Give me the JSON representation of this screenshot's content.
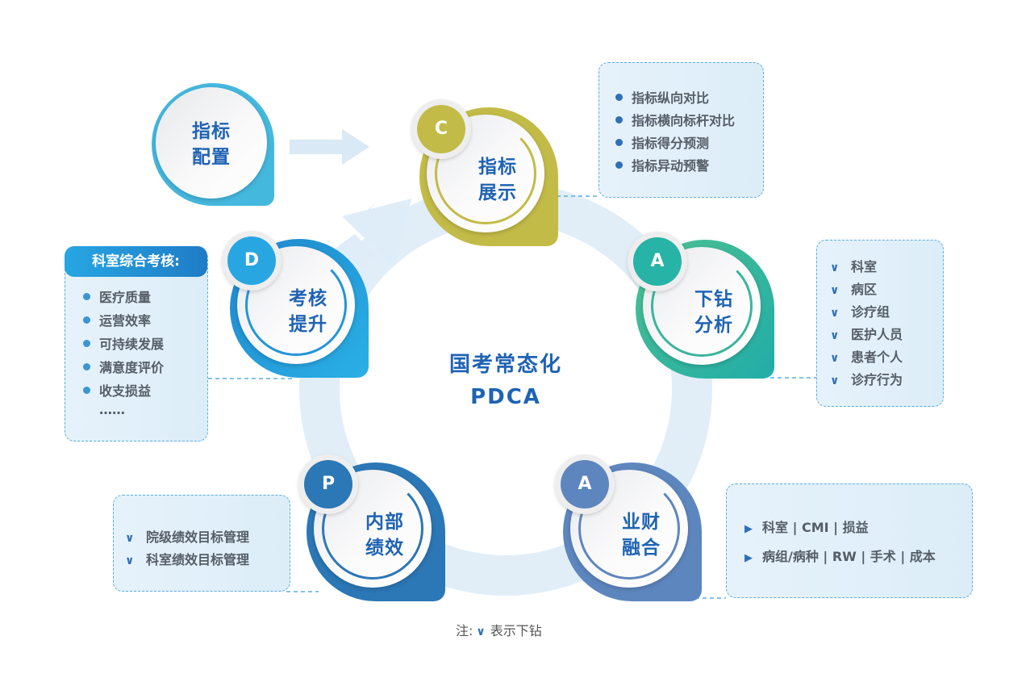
{
  "center": {
    "line1": "国考常态化",
    "line2": "PDCA"
  },
  "config_node": {
    "line1": "指标",
    "line2": "配置",
    "color": "#45b8de"
  },
  "nodes": {
    "c": {
      "badge": "C",
      "line1": "指标",
      "line2": "展示",
      "color": "#c3bb48",
      "badge_color": "#c3bb48"
    },
    "a1": {
      "badge": "A",
      "line1": "下钻",
      "line2": "分析",
      "color": "#2bb0a2",
      "badge_color": "#27b3a6"
    },
    "a2": {
      "badge": "A",
      "line1": "业财",
      "line2": "融合",
      "color": "#5e86be",
      "badge_color": "#5e86be"
    },
    "p": {
      "badge": "P",
      "line1": "内部",
      "line2": "绩效",
      "color": "#2c77b5",
      "badge_color": "#2c77b5"
    },
    "d": {
      "badge": "D",
      "line1": "考核",
      "line2": "提升",
      "color": "#26a4e0",
      "badge_color": "#28a6e2"
    }
  },
  "display_box": {
    "items": [
      "指标纵向对比",
      "指标横向标杆对比",
      "指标得分预测",
      "指标异动预警"
    ]
  },
  "drill_box": {
    "items": [
      "科室",
      "病区",
      "诊疗组",
      "医护人员",
      "患者个人",
      "诊疗行为"
    ]
  },
  "finance_box": {
    "items": [
      "科室 | CMI | 损益",
      "病组/病种 | RW | 手术 | 成本"
    ]
  },
  "perf_box": {
    "items": [
      "院级绩效目标管理",
      "科室绩效目标管理"
    ]
  },
  "assess_box": {
    "title": "科室综合考核:",
    "items": [
      "医疗质量",
      "运营效率",
      "可持续发展",
      "满意度评价",
      "收支损益"
    ],
    "ellipsis": "……"
  },
  "note": {
    "prefix": "注:",
    "icon": "chevron-down-icon",
    "text": "表示下钻"
  },
  "icons": {
    "bullet": "●",
    "chevron": "∨",
    "triangle": "▶"
  }
}
